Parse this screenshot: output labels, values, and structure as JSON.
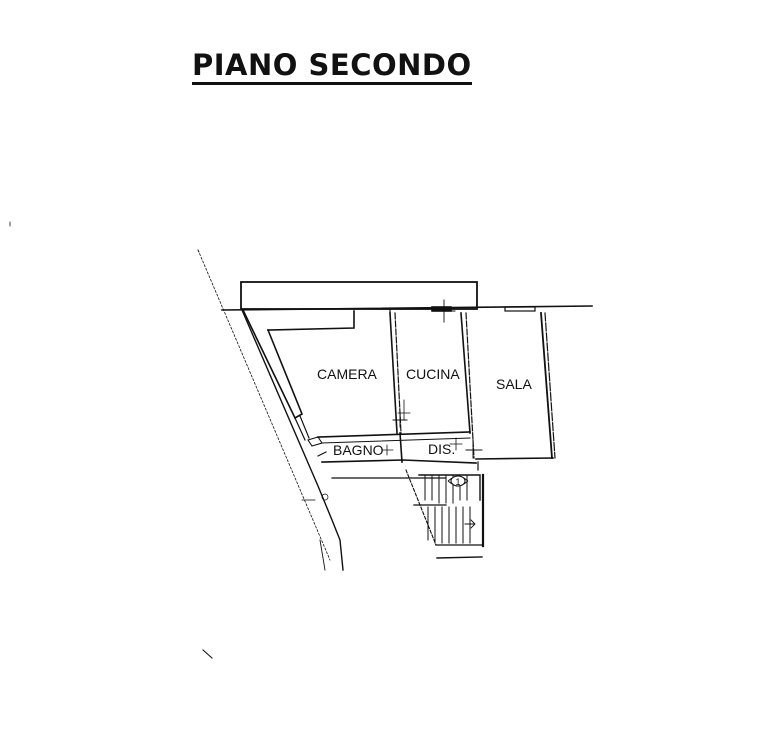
{
  "title": "PIANO SECONDO",
  "rooms": [
    {
      "id": "camera",
      "label": "CAMERA"
    },
    {
      "id": "cucina",
      "label": "CUCINA"
    },
    {
      "id": "sala",
      "label": "SALA"
    },
    {
      "id": "bagno",
      "label": "BAGNO"
    },
    {
      "id": "disimpegno",
      "label": "DIS."
    }
  ],
  "stair_marker": {
    "label": "1"
  },
  "colors": {
    "line": "#111111",
    "background": "#ffffff"
  }
}
